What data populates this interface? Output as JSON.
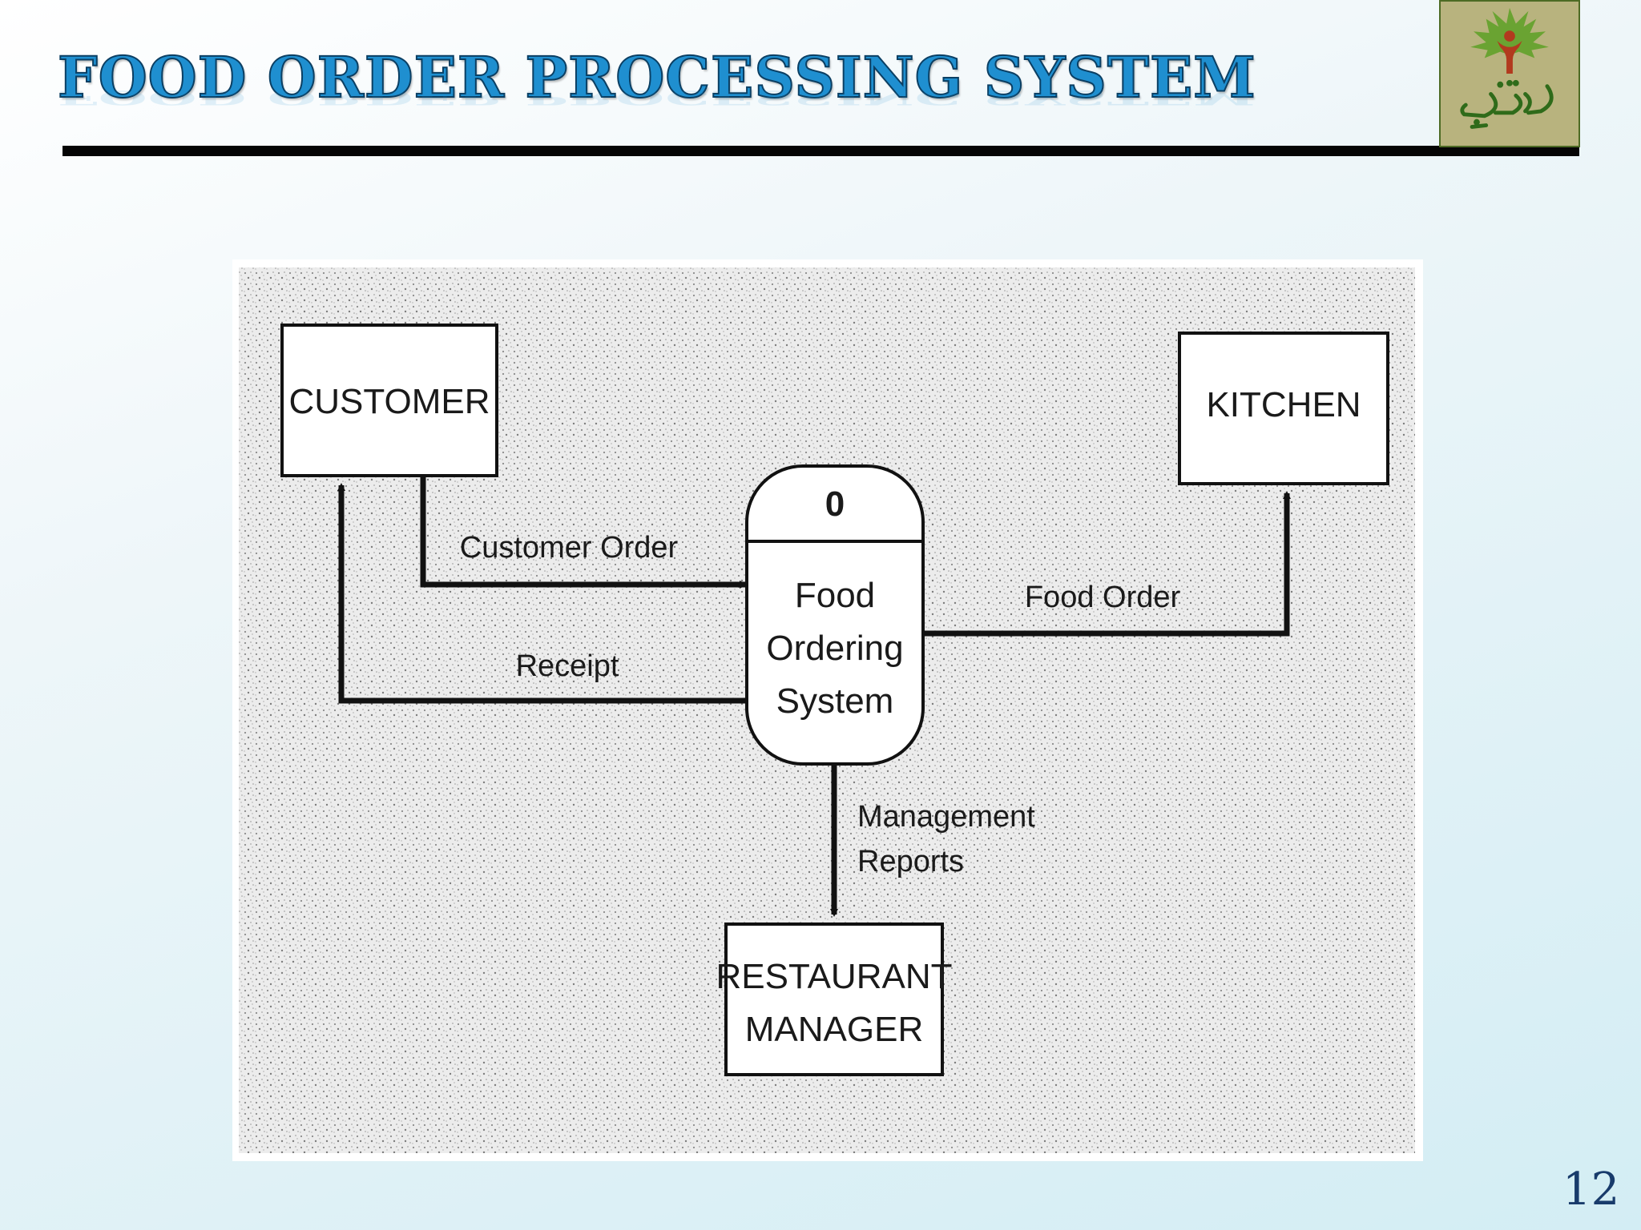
{
  "slide": {
    "title": "FOOD ORDER PROCESSING SYSTEM",
    "page_number": "12"
  },
  "diagram": {
    "entities": {
      "customer": "CUSTOMER",
      "kitchen": "KITCHEN",
      "restaurant_manager_line1": "RESTAURANT",
      "restaurant_manager_line2": "MANAGER"
    },
    "process": {
      "number": "0",
      "name_line1": "Food",
      "name_line2": "Ordering",
      "name_line3": "System"
    },
    "flows": {
      "customer_order": "Customer Order",
      "receipt": "Receipt",
      "food_order": "Food Order",
      "management_reports_line1": "Management",
      "management_reports_line2": "Reports"
    }
  },
  "colors": {
    "title": "#1f8fd0",
    "title_outline": "#0b3f63",
    "page_number": "#183b6b",
    "logo_background": "#b8b37e"
  }
}
